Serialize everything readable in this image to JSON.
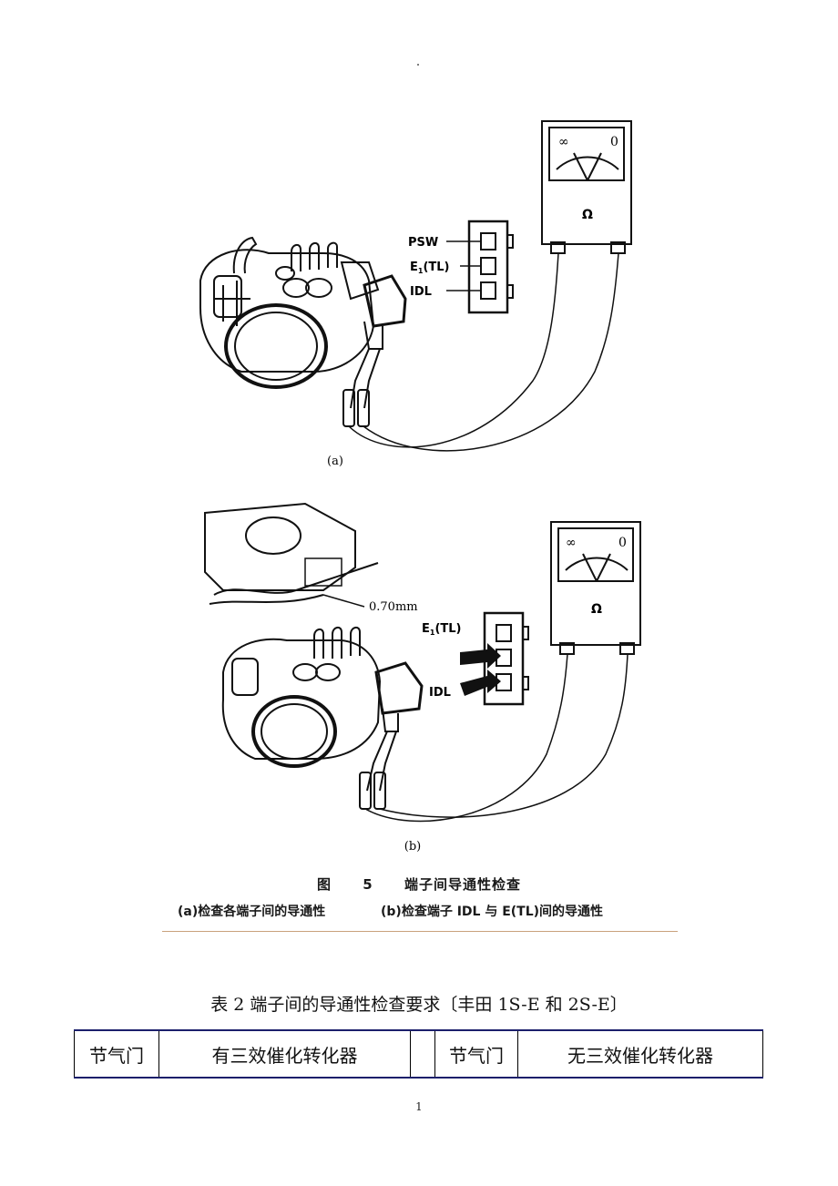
{
  "figure_a": {
    "label": "(a)",
    "terminals": [
      "PSW",
      "E",
      "IDL"
    ],
    "e_sub": "1",
    "e_suffix": "(TL)",
    "meter_left": "∞",
    "meter_right": "0",
    "meter_unit": "Ω"
  },
  "figure_b": {
    "label": "(b)",
    "gap": "0.70mm",
    "terminal_e": "E",
    "e_sub": "1",
    "e_suffix": "(TL)",
    "terminal_idl": "IDL",
    "meter_left": "∞",
    "meter_right": "0",
    "meter_unit": "Ω"
  },
  "caption": {
    "fig_word": "图",
    "fig_num": "5",
    "fig_title": "端子间导通性检查",
    "sub_a": "(a)检查各端子间的导通性",
    "sub_b": "(b)检查端子 IDL 与 E(TL)间的导通性"
  },
  "table": {
    "title": "表 2    端子间的导通性检查要求〔丰田 1S-E 和 2S-E〕",
    "cells": [
      "节气门",
      "有三效催化转化器",
      "",
      "节气门",
      "无三效催化转化器"
    ]
  },
  "page_number": "1"
}
